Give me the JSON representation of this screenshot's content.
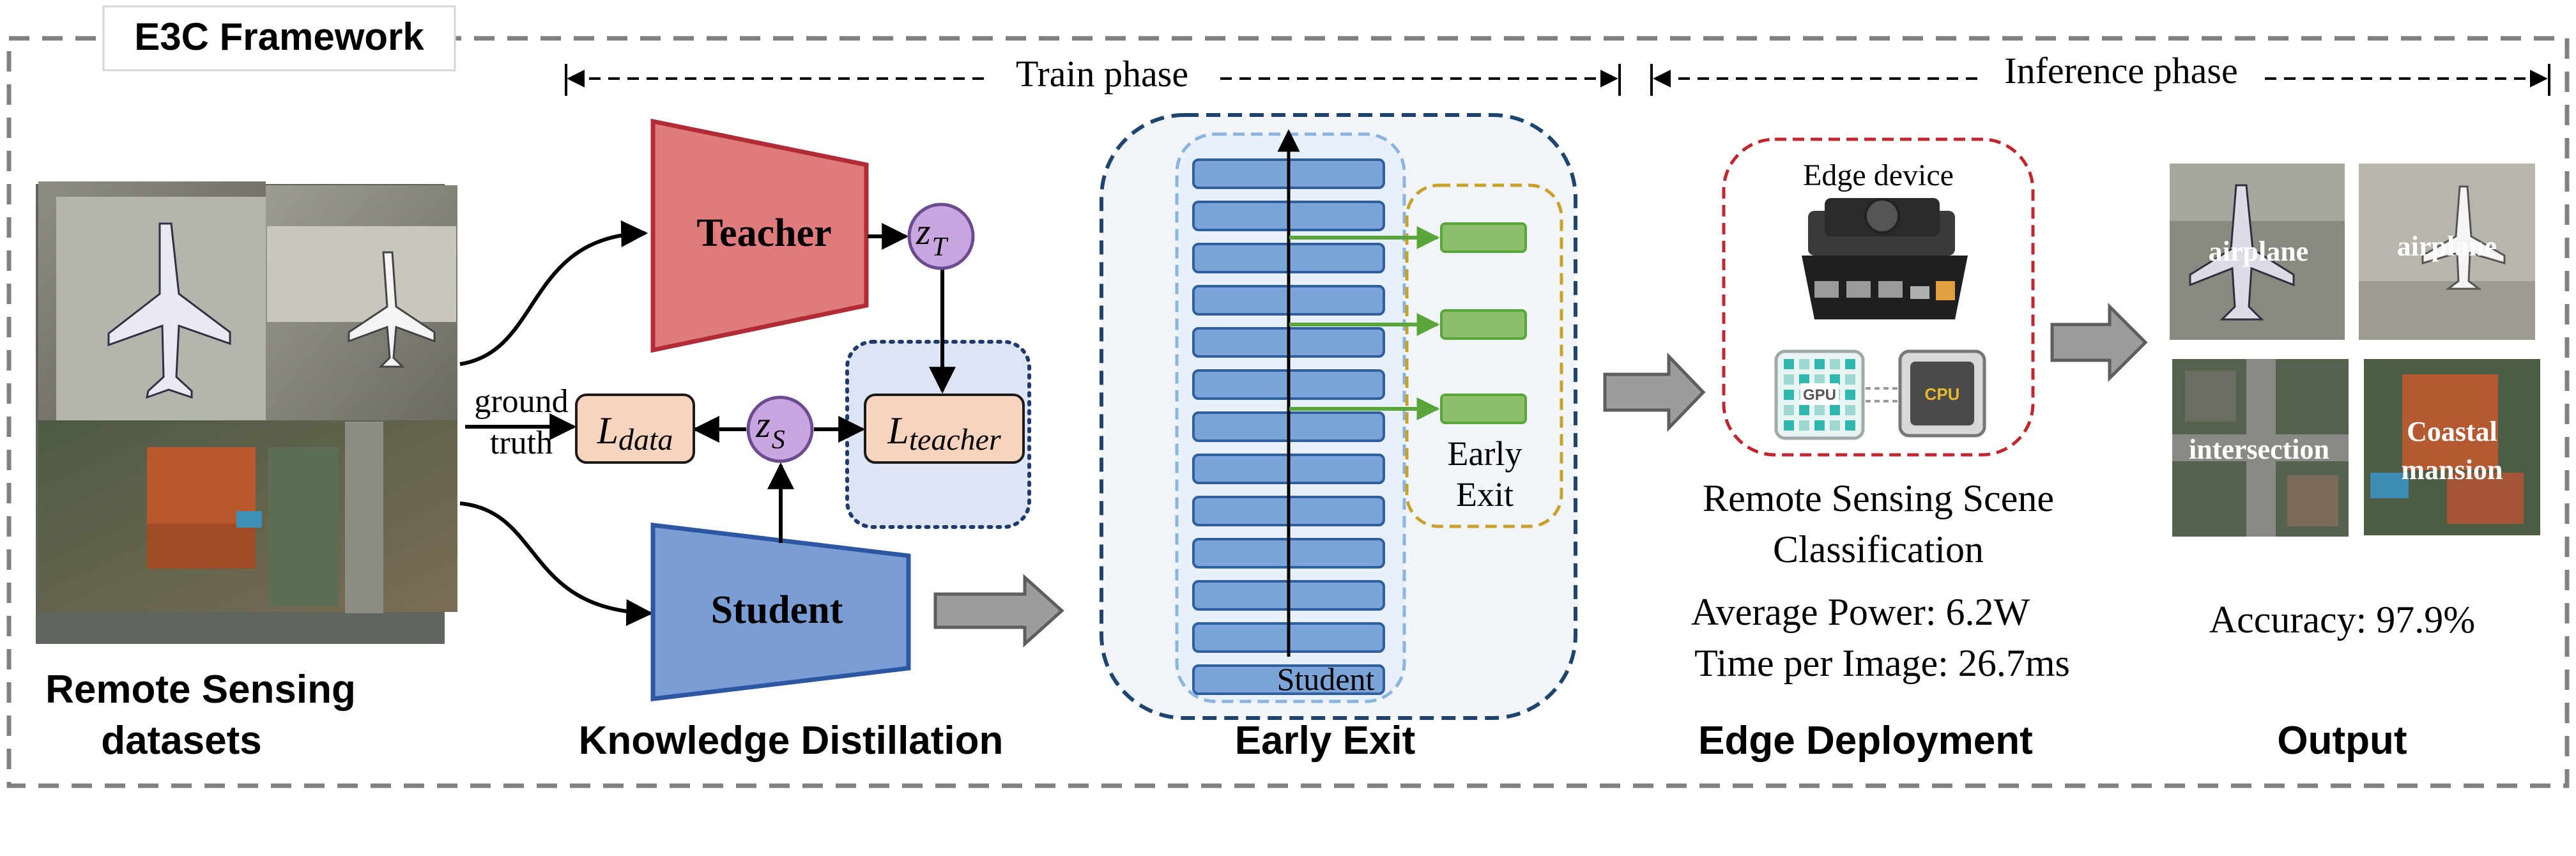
{
  "framework": {
    "title": "E3C Framework"
  },
  "phases": {
    "train": "Train phase",
    "inference": "Inference phase"
  },
  "sections": {
    "datasets_line1": "Remote Sensing",
    "datasets_line2": "datasets",
    "knowledge_distillation": "Knowledge Distillation",
    "early_exit": "Early Exit",
    "edge_deployment": "Edge Deployment",
    "output": "Output"
  },
  "distillation": {
    "teacher": "Teacher",
    "student": "Student",
    "z_teacher_base": "z",
    "z_teacher_sub": "T",
    "z_student_base": "z",
    "z_student_sub": "S",
    "loss_base": "L",
    "loss_data_sub": "data",
    "loss_teacher_sub": "teacher",
    "ground_line1": "ground",
    "ground_line2": "truth"
  },
  "early_exit": {
    "student_label": "Student",
    "exit_label_line1": "Early",
    "exit_label_line2": "Exit",
    "layer_count": 13,
    "exit_count": 3
  },
  "edge": {
    "device_label": "Edge device",
    "gpu": "GPU",
    "cpu": "CPU",
    "task_line1": "Remote Sensing Scene",
    "task_line2": "Classification",
    "power": "Average Power: 6.2W",
    "time": "Time per Image: 26.7ms"
  },
  "output": {
    "labels": [
      "airplane",
      "airplane",
      "intersection",
      "Coastal mansion"
    ],
    "accuracy": "Accuracy: 97.9%"
  },
  "colors": {
    "teacher": "#df7a7d",
    "student": "#7b9dd5",
    "latent": "#c9a6df",
    "loss": "#f8d3bd",
    "layer": "#7ba4d9",
    "exit": "#8cc06b",
    "device_border": "#c0262e",
    "panel_border": "#1d4570",
    "exit_border": "#c8a128"
  }
}
